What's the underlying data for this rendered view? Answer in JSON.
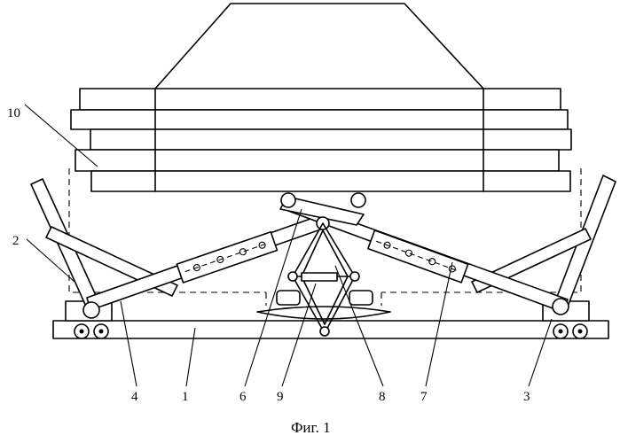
{
  "figure": {
    "caption": "Фиг. 1",
    "callouts": {
      "c1": "1",
      "c2": "2",
      "c3": "3",
      "c4": "4",
      "c6": "6",
      "c7": "7",
      "c8": "8",
      "c9": "9",
      "c10": "10"
    }
  }
}
